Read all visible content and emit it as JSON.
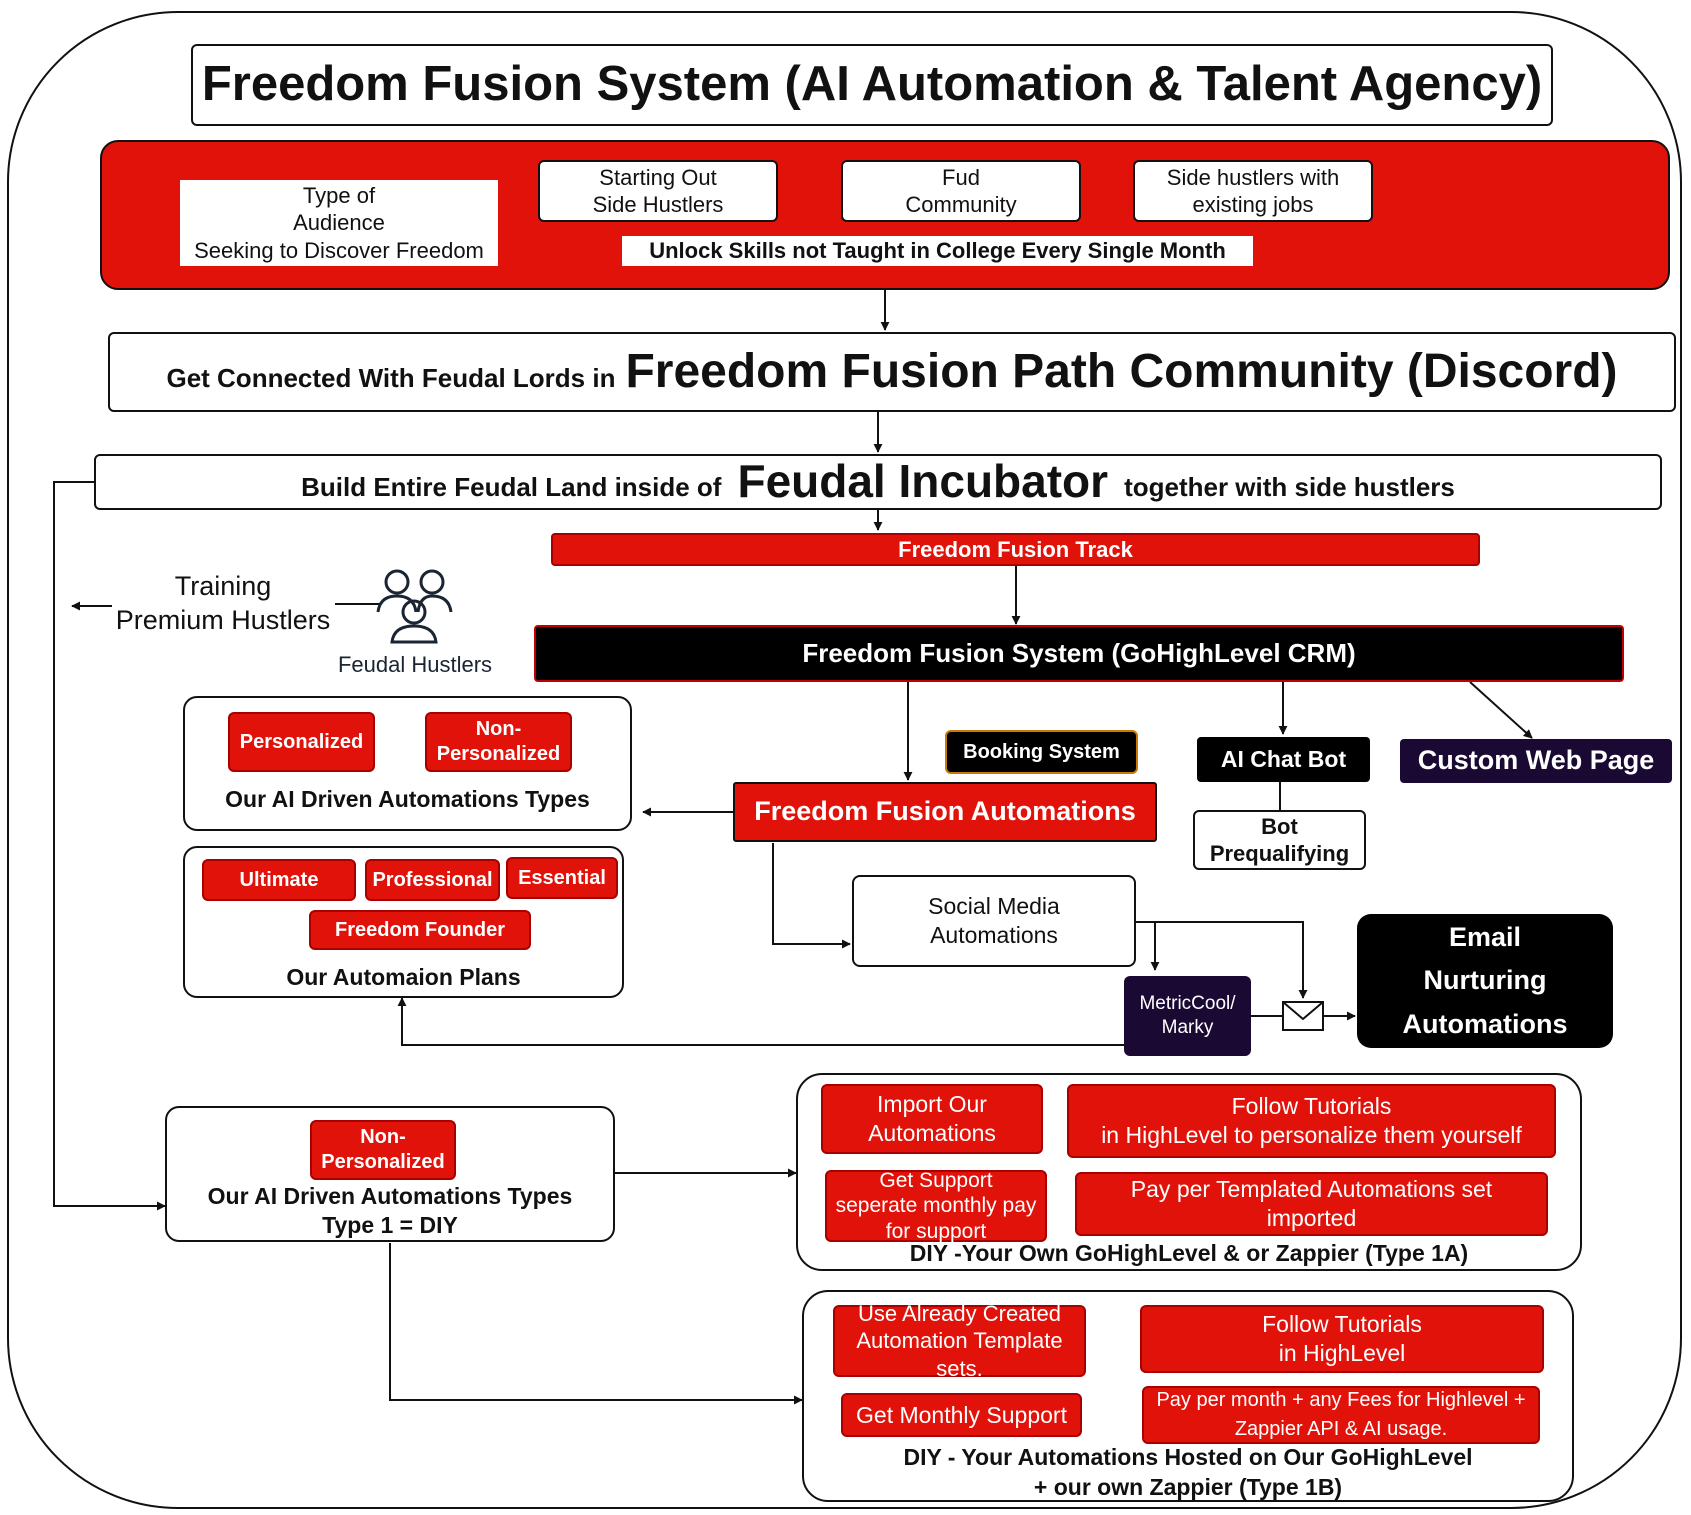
{
  "title": "Freedom Fusion System (AI Automation & Talent Agency)",
  "audience": {
    "label_lines": [
      "Type of",
      "Audience",
      "Seeking to Discover Freedom"
    ],
    "items": [
      [
        "Starting Out",
        "Side Hustlers"
      ],
      [
        "Fud",
        "Community"
      ],
      [
        "Side hustlers with",
        "existing jobs"
      ]
    ],
    "tagline": "Unlock Skills not Taught in College Every Single Month"
  },
  "community": {
    "prefix": "Get Connected With Feudal Lords in",
    "name": "Freedom Fusion Path Community (Discord)"
  },
  "incubator": {
    "prefix": "Build Entire Feudal Land inside of",
    "name": "Feudal Incubator",
    "suffix": "together with side hustlers"
  },
  "track": "Freedom Fusion Track",
  "training": [
    "Training",
    "Premium Hustlers"
  ],
  "feudal_hustlers": "Feudal Hustlers",
  "crm": "Freedom Fusion System (GoHighLevel CRM)",
  "booking": "Booking System",
  "chatbot": "AI Chat Bot",
  "bot_prequal": [
    "Bot",
    "Prequalifying"
  ],
  "custom_web": "Custom Web Page",
  "automations": "Freedom Fusion Automations",
  "types_panel": {
    "personalized": "Personalized",
    "non_personalized": [
      "Non-",
      "Personalized"
    ],
    "caption": "Our AI Driven Automations Types"
  },
  "plans_panel": {
    "plans": [
      "Ultimate",
      "Professional",
      "Essential",
      "Freedom Founder"
    ],
    "caption": "Our Automaion Plans"
  },
  "social": [
    "Social Media",
    "Automations"
  ],
  "metricool": [
    "MetricCool/",
    "Marky"
  ],
  "email": [
    "Email",
    "Nurturing",
    "Automations"
  ],
  "diy": {
    "non_personalized": [
      "Non-",
      "Personalized"
    ],
    "caption": [
      "Our AI Driven Automations Types",
      "Type 1 = DIY"
    ]
  },
  "diy_1a": {
    "import": [
      "Import Our",
      "Automations"
    ],
    "tutorials": [
      "Follow Tutorials",
      "in HighLevel to personalize them yourself"
    ],
    "support": [
      "Get Support",
      "seperate monthly pay",
      "for support"
    ],
    "pay": [
      "Pay per Templated Automations  set",
      "imported"
    ],
    "caption": "DIY -Your Own GoHighLevel & or Zappier  (Type 1A)"
  },
  "diy_1b": {
    "use": [
      "Use Already Created",
      "Automation Template sets."
    ],
    "tutorials": [
      "Follow Tutorials",
      "in HighLevel"
    ],
    "support": "Get Monthly Support",
    "pay": [
      "Pay per month + any Fees for Highlevel +",
      "Zappier API & AI usage."
    ],
    "caption": [
      "DIY - Your Automations Hosted on Our GoHighLevel",
      "+ our own Zappier  (Type 1B)"
    ]
  }
}
